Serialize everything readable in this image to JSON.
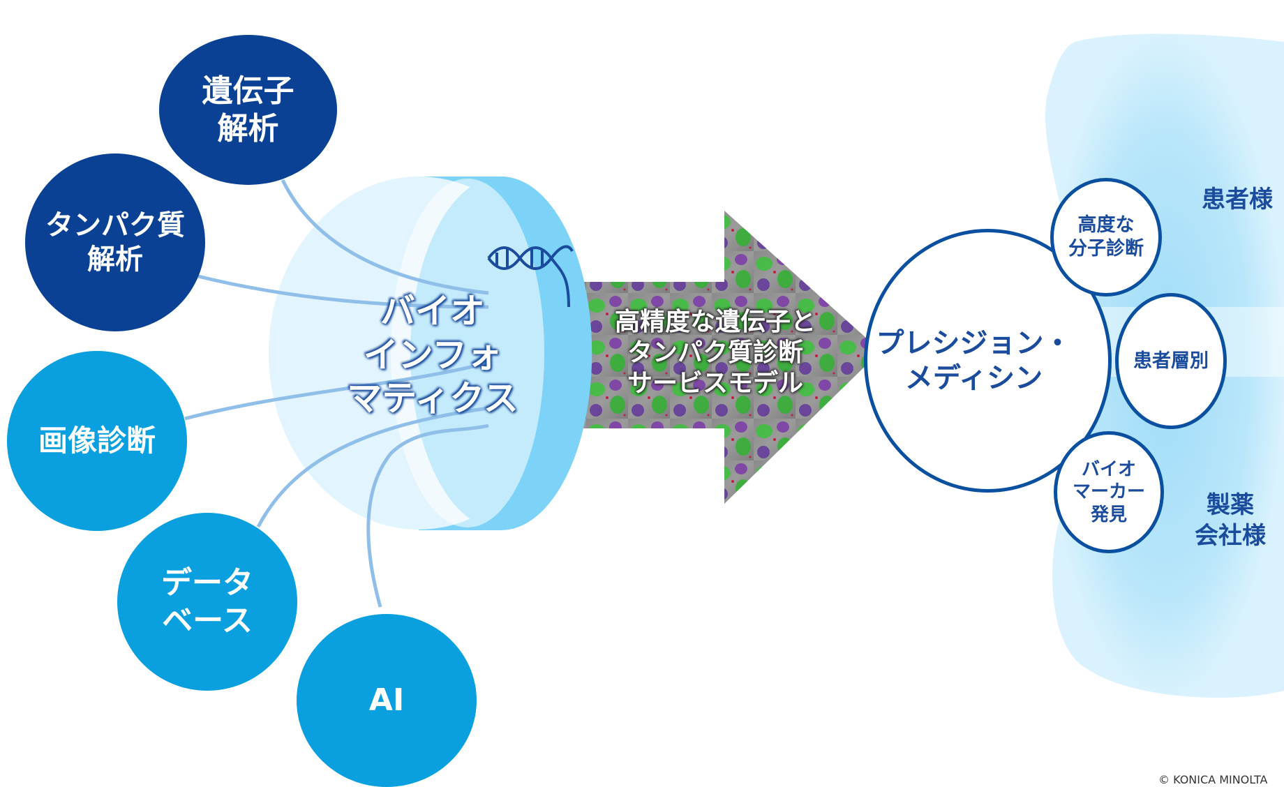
{
  "sources": [
    {
      "label": "遺伝子\n解析"
    },
    {
      "label": "タンパク質\n解析"
    },
    {
      "label": "画像診断"
    },
    {
      "label": "データ\nベース"
    },
    {
      "label": "AI"
    }
  ],
  "hub_label": "バイオ\nインフォ\nマティクス",
  "arrow_label": "高精度な遺伝子と\nタンパク質診断\nサービスモデル",
  "center_label": "プレシジョン・\nメディシン",
  "satellites": [
    {
      "label": "高度な\n分子診断"
    },
    {
      "label": "患者層別"
    },
    {
      "label": "バイオ\nマーカー\n発見"
    }
  ],
  "customers": [
    {
      "label": "患者様"
    },
    {
      "label": "製薬\n会社様"
    }
  ],
  "copyright": "© KONICA MINOLTA",
  "colors": {
    "dark_blue": "#0a4194",
    "bright_blue": "#0a9fdf",
    "light_cyan": "#7dd3f7",
    "pale_cyan": "#bfe9fb",
    "ring_border": "#0a4fa0",
    "text_navy": "#1a4b9c"
  },
  "icons": {
    "dna": "dna-helix-icon"
  }
}
